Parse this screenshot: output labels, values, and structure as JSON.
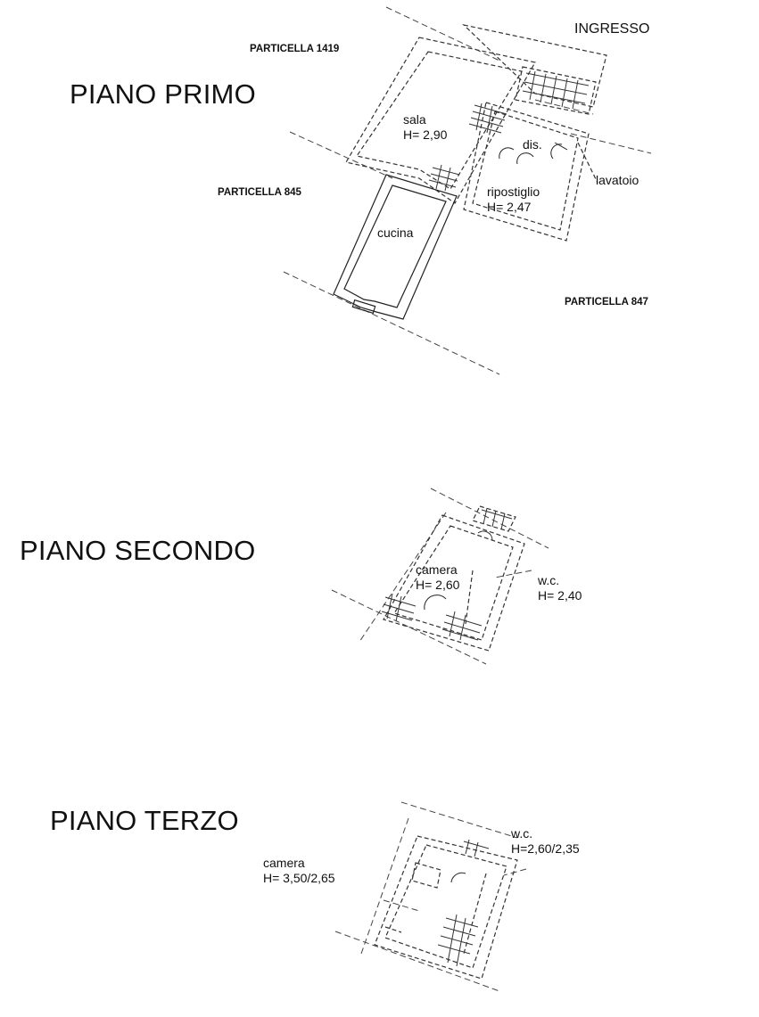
{
  "floors": {
    "primo": {
      "title": "PIANO PRIMO",
      "entrance": "INGRESSO",
      "parcels": [
        "PARTICELLA 1419",
        "PARTICELLA 845",
        "PARTICELLA 847"
      ],
      "rooms": {
        "sala": {
          "name": "sala",
          "height": "H= 2,90"
        },
        "dis": {
          "name": "dis."
        },
        "lavatoio": {
          "name": "lavatoio"
        },
        "ripostiglio": {
          "name": "ripostiglio",
          "height": "H= 2,47"
        },
        "cucina": {
          "name": "cucina"
        }
      }
    },
    "secondo": {
      "title": "PIANO SECONDO",
      "rooms": {
        "camera": {
          "name": "camera",
          "height": "H= 2,60"
        },
        "wc": {
          "name": "w.c.",
          "height": "H= 2,40"
        }
      }
    },
    "terzo": {
      "title": "PIANO TERZO",
      "rooms": {
        "camera": {
          "name": "camera",
          "height": "H= 3,50/2,65"
        },
        "wc": {
          "name": "w.c.",
          "height": "H=2,60/2,35"
        }
      }
    }
  }
}
